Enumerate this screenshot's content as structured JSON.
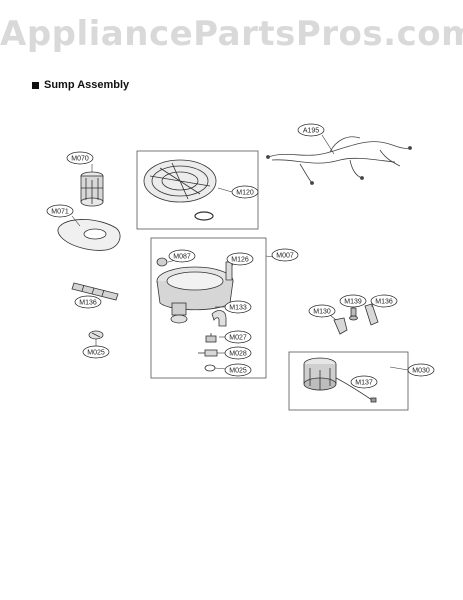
{
  "site_name": "AppliancePartsPros.com",
  "section_title": "Sump Assembly",
  "callouts": {
    "a195": "A195",
    "m070": "M070",
    "m071": "M071",
    "m120": "M120",
    "m087": "M087",
    "m126": "M126",
    "m007": "M007",
    "m136a": "M136",
    "m133": "M133",
    "m025a": "M025",
    "m027": "M027",
    "m028": "M028",
    "m025b": "M025",
    "m130": "M130",
    "m139": "M139",
    "m136b": "M136",
    "m030": "M030",
    "m137": "M137"
  }
}
